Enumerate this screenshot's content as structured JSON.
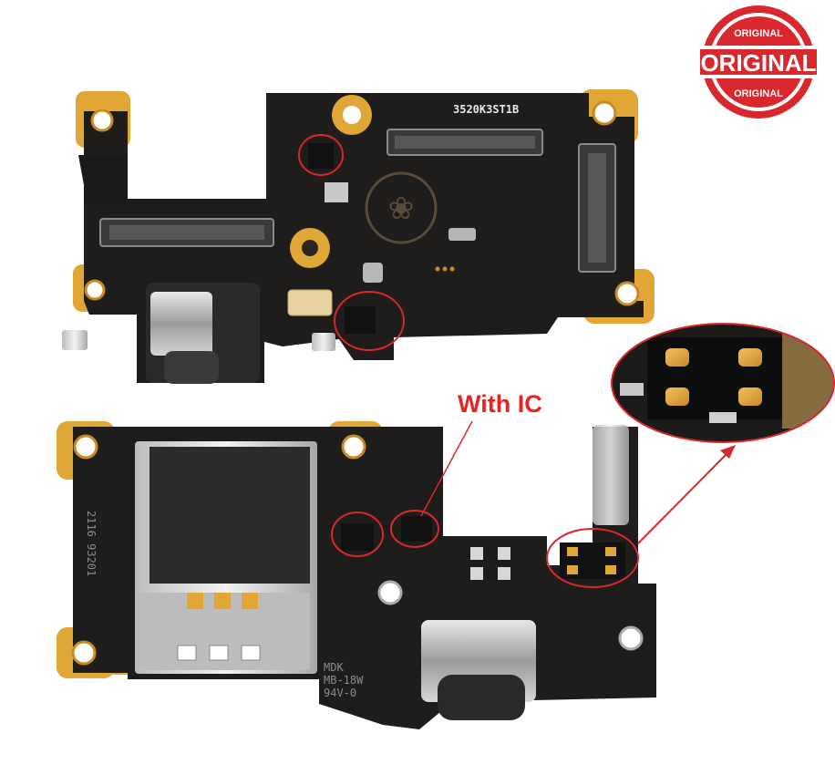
{
  "badge": {
    "top_text": "ORIGINAL",
    "center_text": "ORIGINAL",
    "bottom_text": "ORIGINAL",
    "color": "#d9272e"
  },
  "top_board": {
    "label": "3520K3ST1B"
  },
  "bottom_board": {
    "label_vertical": "2116 93201",
    "marking_line1": "MDK",
    "marking_line2": "MB-18W",
    "marking_line3": "94V-0"
  },
  "annotation": {
    "text": "With IC",
    "color": "#e52421"
  },
  "colors": {
    "pcb": "#1f1d1c",
    "gold_pad": "#e0a636",
    "highlight": "#d9272e"
  }
}
